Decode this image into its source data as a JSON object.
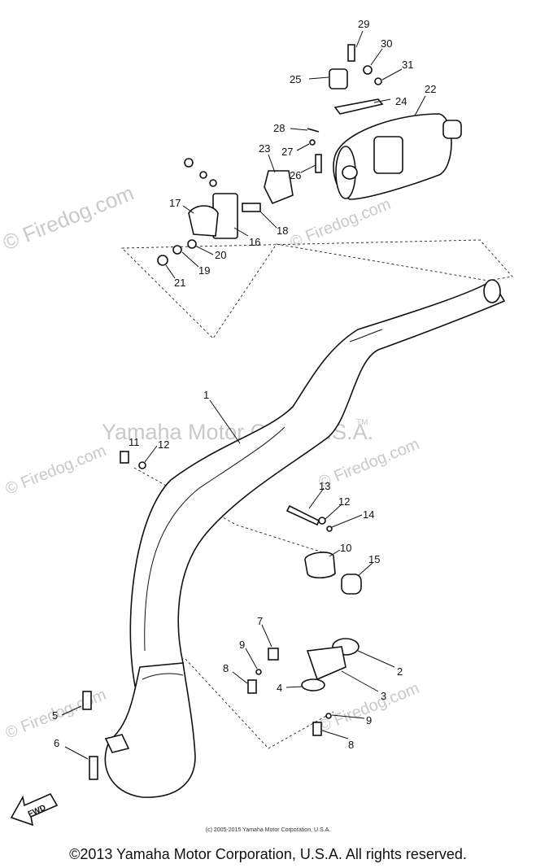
{
  "watermarks": {
    "firedog": "© Firedog.com",
    "yamaha": "Yamaha Motor Corp, U.S.A.",
    "tm": "TM"
  },
  "labels": {
    "p1": "1",
    "p2": "2",
    "p3": "3",
    "p4": "4",
    "p5": "5",
    "p6": "6",
    "p7": "7",
    "p8a": "8",
    "p8b": "8",
    "p9a": "9",
    "p9b": "9",
    "p10": "10",
    "p11": "11",
    "p12a": "12",
    "p12b": "12",
    "p13": "13",
    "p14": "14",
    "p15": "15",
    "p16": "16",
    "p17": "17",
    "p18": "18",
    "p19": "19",
    "p20": "20",
    "p21": "21",
    "p22": "22",
    "p23": "23",
    "p24": "24",
    "p25": "25",
    "p26": "26",
    "p27": "27",
    "p28": "28",
    "p29": "29",
    "p30": "30",
    "p31": "31"
  },
  "fwd_label": "FWD",
  "footer": {
    "small": "(c) 2005-2015 Yamaha Motor Corporation, U.S.A.",
    "main": "©2013 Yamaha Motor Corporation, U.S.A. All rights reserved."
  }
}
